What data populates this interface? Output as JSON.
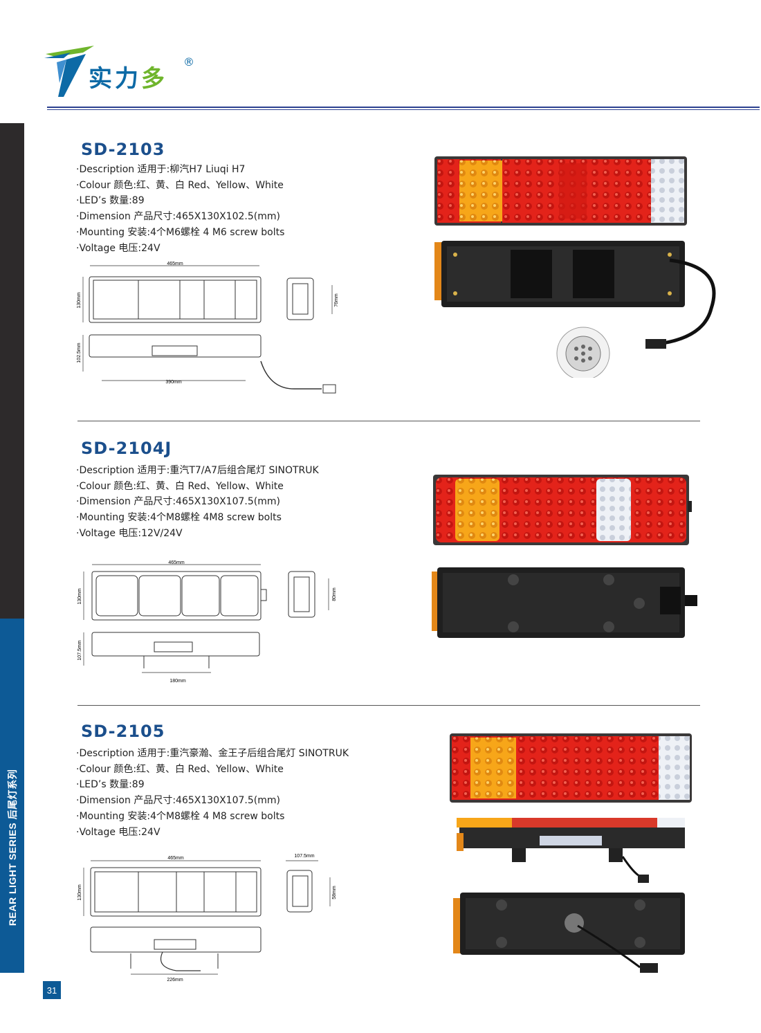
{
  "header": {
    "brand": "实力多",
    "brand_part1": "实力",
    "brand_part2": "多",
    "registered": "®"
  },
  "sidebar": {
    "label": "REAR LIGHT SERIES 后尾灯系列"
  },
  "page_number": "31",
  "products": [
    {
      "model": "SD-2103",
      "specs": [
        "·Description 适用于:柳汽H7  Liuqi H7",
        "·Colour 颜色:红、黄、白 Red、Yellow、White",
        "·LED’s 数量:89",
        "·Dimension 产品尺寸:465X130X102.5(mm)",
        "·Mounting 安装:4个M6螺栓  4 M6 screw bolts",
        "·Voltage 电压:24V"
      ],
      "dims": {
        "length": "465mm",
        "height": "130mm",
        "depth": "102.5mm",
        "bolt": "390mm",
        "side": "76mm"
      }
    },
    {
      "model": "SD-2104J",
      "specs": [
        "·Description 适用于:重汽T7/A7后组合尾灯 SINOTRUK",
        "·Colour 颜色:红、黄、白  Red、Yellow、White",
        "·Dimension 产品尺寸:465X130X107.5(mm)",
        "·Mounting 安装:4个M8螺栓  4M8 screw bolts",
        "·Voltage 电压:12V/24V"
      ],
      "dims": {
        "length": "465mm",
        "height": "130mm",
        "depth": "107.5mm",
        "bolt": "180mm",
        "side": "80mm"
      }
    },
    {
      "model": "SD-2105",
      "specs": [
        "·Description 适用于:重汽豪瀚、金王子后组合尾灯 SINOTRUK",
        "·Colour 颜色:红、黄、白 Red、Yellow、White",
        "·LED’s 数量:89",
        "·Dimension 产品尺寸:465X130X107.5(mm)",
        "·Mounting 安装:4个M8螺栓   4 M8 screw bolts",
        "·Voltage 电压:24V"
      ],
      "dims": {
        "length": "465mm",
        "height": "130mm",
        "depth": "107.5mm",
        "bolt": "226mm",
        "side": "58mm"
      }
    }
  ],
  "colors": {
    "brand_blue": "#0d6aa6",
    "brand_green": "#6fb52c",
    "title_blue": "#1b4f8c",
    "side_dark": "#2d2a2b",
    "side_blue": "#0d5a96"
  }
}
